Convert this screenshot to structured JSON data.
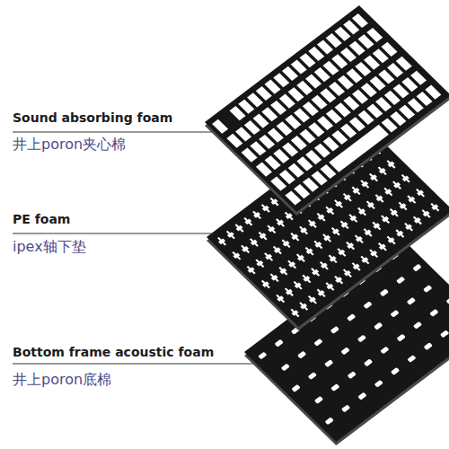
{
  "diagram": {
    "labels": [
      "Sound absorbing foam",
      "井上poron夹心棉",
      "PE foam",
      "ipex轴下垫",
      "Bottom frame acoustic foam",
      "井上poron底棉"
    ]
  }
}
